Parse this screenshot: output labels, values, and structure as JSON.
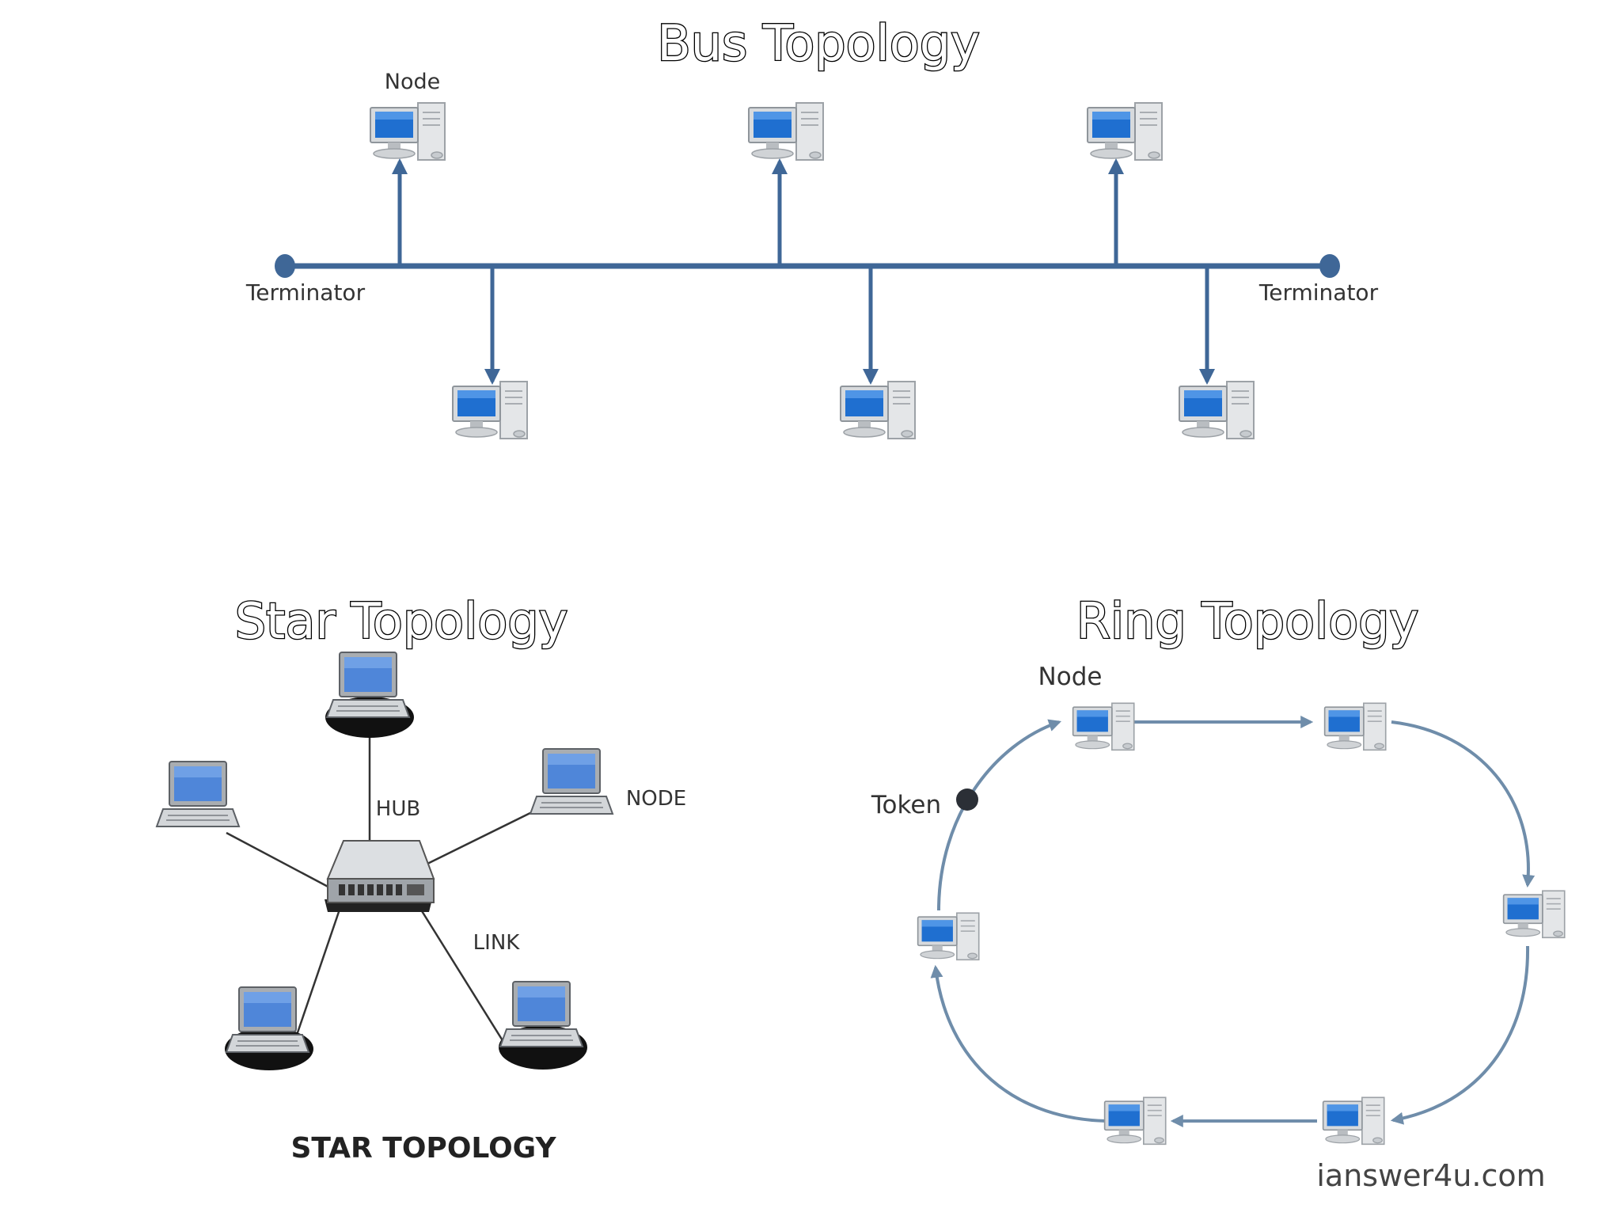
{
  "colors": {
    "bus_line": "#3f6797",
    "ring_line": "#6f8daa",
    "monitor_screen": "#1f6fd0",
    "hub_body": "#b8bcc0",
    "node_shadow": "#111111"
  },
  "bus": {
    "title": "Bus Topology",
    "node_label": "Node",
    "terminator_left": "Terminator",
    "terminator_right": "Terminator"
  },
  "star": {
    "title": "Star Topology",
    "hub_label": "HUB",
    "node_label": "NODE",
    "link_label": "LINK",
    "caption": "STAR TOPOLOGY"
  },
  "ring": {
    "title": "Ring Topology",
    "node_label": "Node",
    "token_label": "Token",
    "watermark": "ianswer4u.com"
  }
}
